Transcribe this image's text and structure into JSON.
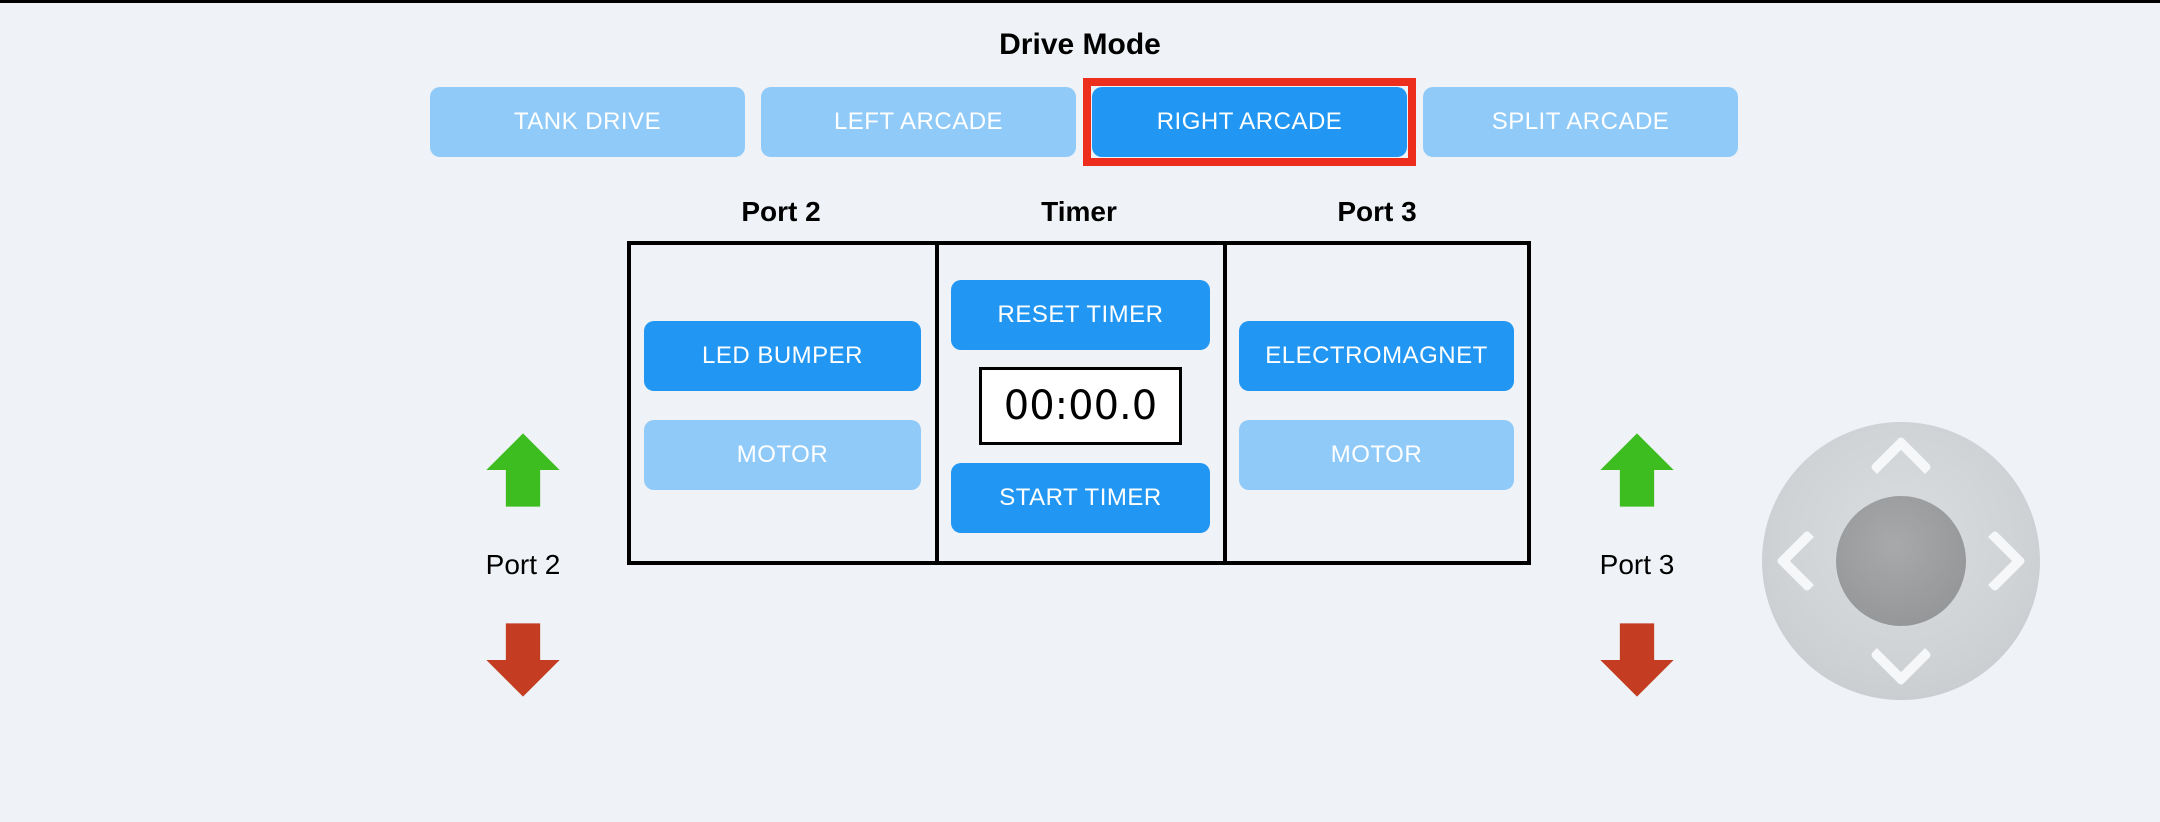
{
  "colors": {
    "page_bg": "#eff3f7",
    "accent_blue": "#2196f3",
    "light_blue": "#90caf9",
    "selected_red": "#ee2e1c",
    "green_arrow": "#3dbd20",
    "red_arrow": "#c43d22",
    "button_text": "#ffffff",
    "text": "#000000"
  },
  "header": {
    "title": "Drive Mode"
  },
  "drive_mode": {
    "buttons": [
      {
        "label": "TANK DRIVE",
        "active": false
      },
      {
        "label": "LEFT ARCADE",
        "active": false
      },
      {
        "label": "RIGHT ARCADE",
        "active": true
      },
      {
        "label": "SPLIT ARCADE",
        "active": false
      }
    ]
  },
  "panel": {
    "left": {
      "header": "Port 2",
      "buttons": [
        {
          "label": "LED BUMPER",
          "active": true
        },
        {
          "label": "MOTOR",
          "active": false
        }
      ]
    },
    "middle": {
      "header": "Timer",
      "reset_label": "RESET TIMER",
      "display": "00:00.0",
      "start_label": "START TIMER"
    },
    "right": {
      "header": "Port 3",
      "buttons": [
        {
          "label": "ELECTROMAGNET",
          "active": true
        },
        {
          "label": "MOTOR",
          "active": false
        }
      ]
    }
  },
  "side_controls": {
    "left": {
      "label": "Port 2"
    },
    "right": {
      "label": "Port 3"
    }
  }
}
